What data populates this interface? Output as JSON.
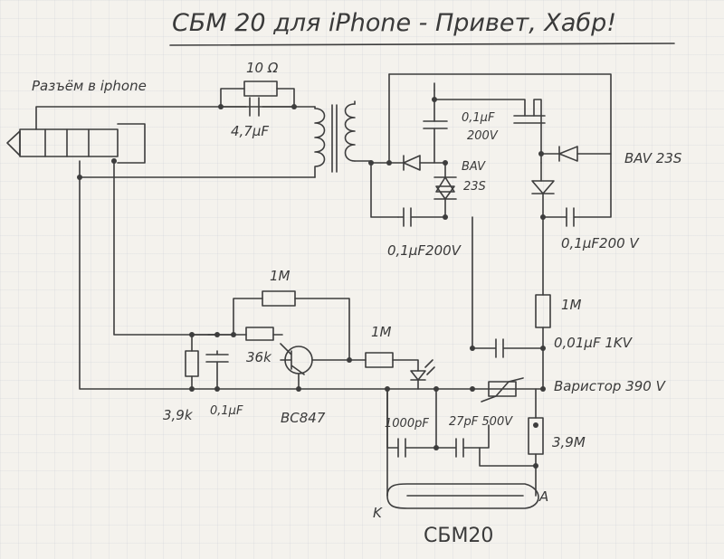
{
  "title": "СБМ 20 для iPhone - Привет, Хабр!",
  "labels": {
    "jack": "Разъём в iphone",
    "r10": "10 Ω",
    "c47": "4,7μF",
    "c01_top": "0,1μF",
    "v200": "200V",
    "bav_mid_1": "BAV",
    "bav_mid_2": "23S",
    "bav_right": "BAV 23S",
    "c01_200_left": "0,1μF200V",
    "c01_200_right": "0,1μF200 V",
    "r1m_top": "1M",
    "r36k": "36k",
    "r1m_mid": "1M",
    "r1m_right": "1M",
    "c001_1kv": "0,01μF 1KV",
    "varistor": "Варистор 390 V",
    "r39k": "3,9k",
    "c01_bot": "0,1μF",
    "bc847": "BC847",
    "c1000p": "1000pF",
    "c27p": "27pF 500V",
    "r39m": "3,9M",
    "anode": "A",
    "cathode": "K",
    "tube": "СБМ20"
  }
}
